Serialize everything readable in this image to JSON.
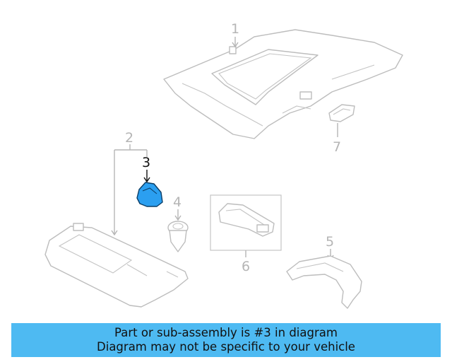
{
  "callouts": {
    "c1": "1",
    "c2": "2",
    "c3": "3",
    "c4": "4",
    "c5": "5",
    "c6": "6",
    "c7": "7"
  },
  "highlighted_part": "3",
  "colors": {
    "highlight_fill": "#2b9ff0",
    "highlight_stroke": "#0a3d66",
    "caption_bg": "#4ebaf2",
    "line_gray": "#bdbdbd"
  },
  "caption": {
    "line1": "Part or sub-assembly is #3 in diagram",
    "line2": "Diagram may not be specific to your vehicle"
  }
}
